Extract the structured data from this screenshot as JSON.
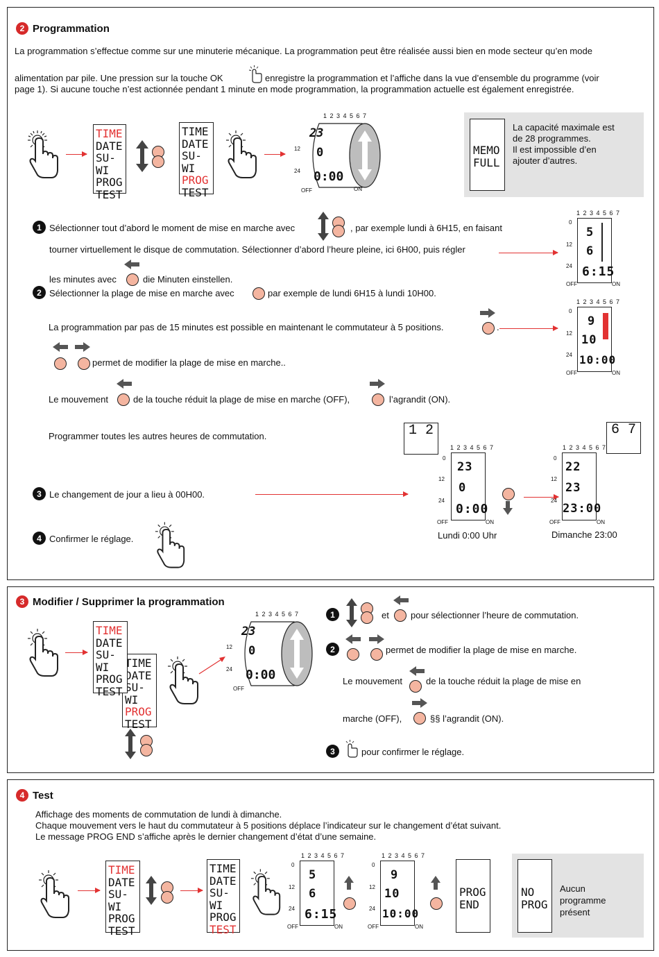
{
  "sections": {
    "s2": {
      "num": "2",
      "title": "Programmation"
    },
    "s3": {
      "num": "3",
      "title": "Modifier / Supprimer la programmation"
    },
    "s4": {
      "num": "4",
      "title": "Test"
    }
  },
  "intro": {
    "line1": "La programmation s’effectue comme sur une minuterie mécanique. La programmation peut être réalisée aussi bien en mode secteur qu’en mode",
    "line2a": "alimentation par pile. Une pression sur la touche OK",
    "line2b": "enregistre la programmation et l’affiche dans la vue d’ensemble du programme (voir",
    "line3": "page 1). Si aucune touche n’est actionnée pendant 1 minute en mode programmation, la programmation actuelle est également enregistrée."
  },
  "menu": {
    "time": "TIME",
    "date": "DATE",
    "suwi": "SU-WI",
    "prog": "PROG",
    "test": "TEST"
  },
  "memo": {
    "l1": "MEMO",
    "l2": "FULL",
    "text1": "La capacité maximale est",
    "text2": "de 28 programmes.",
    "text3": "Il est impossible d’en",
    "text4": "ajouter d’autres."
  },
  "drum": {
    "days": "1 2 3 4 5 6 7",
    "a12": "12",
    "a24": "24",
    "off": "OFF",
    "on": "ON",
    "h23": "23",
    "h0": "0",
    "time": "0:00"
  },
  "steps": {
    "s1": {
      "num": "1",
      "a": "Sélectionner tout d’abord le moment de mise en marche avec",
      "b": ", par exemple lundi à 6H15, en faisant",
      "c": "tourner virtuellement le disque de commutation. Sélectionner d’abord l’heure pleine, ici 6H00, puis régler",
      "d1": "les minutes avec",
      "d2": "die Minuten einstellen."
    },
    "s2": {
      "num": "2",
      "a": "Sélectionner la plage de mise en marche avec",
      "b": "par exemple de lundi 6H15 à lundi 10H00.",
      "c": "La programmation par pas de 15 minutes est possible en maintenant le commutateur à 5 positions.",
      "c2": ".",
      "d": "permet de modifier la plage de mise en marche..",
      "e1": "Le mouvement",
      "e2": "de la touche réduit la plage de mise en marche (OFF),",
      "e3": "l’agrandit (ON).",
      "f": "Programmer toutes les autres heures de commutation."
    },
    "s3": {
      "num": "3",
      "a": "Le changement de jour a lieu à 00H00."
    },
    "s4": {
      "num": "4",
      "a": "Confirmer le réglage."
    }
  },
  "lcd1": {
    "days": "1 2 3 4 5 6 7",
    "a0": "0",
    "a12": "12",
    "a24": "24",
    "off": "OFF",
    "on": "ON",
    "h1": "5",
    "h2": "6",
    "time": "6:15"
  },
  "lcd2": {
    "days": "1 2 3 4 5 6 7",
    "a0": "0",
    "a12": "12",
    "a24": "24",
    "off": "OFF",
    "on": "ON",
    "h1": "9",
    "h2": "10",
    "time": "10:00"
  },
  "lcd3": {
    "days": "1 2 3 4 5 6 7",
    "a0": "0",
    "a12": "12",
    "a24": "24",
    "off": "OFF",
    "on": "ON",
    "h1": "23",
    "h2": "0",
    "time": "0:00",
    "zoom": "1 2",
    "caption": "Lundi 0:00 Uhr"
  },
  "lcd4": {
    "days": "1 2 3 4 5 6 7",
    "a0": "0",
    "a12": "12",
    "a24": "24",
    "off": "OFF",
    "on": "ON",
    "h1": "22",
    "h2": "23",
    "time": "23:00",
    "zoom": "6 7",
    "caption": "Dimanche 23:00"
  },
  "modify": {
    "n1": "1",
    "t1a": "et",
    "t1b": "pour sélectionner l’heure de commutation.",
    "n2": "2",
    "t2": "permet de modifier la plage de mise en marche.",
    "t3a": "Le mouvement",
    "t3b": "de la touche réduit la plage de mise en",
    "t4a": "marche (OFF),",
    "t4b": "§§ l’agrandit (ON).",
    "n3": "3",
    "t5": "pour confirmer le réglage."
  },
  "test": {
    "l1": "Affichage des moments de commutation de lundi à dimanche.",
    "l2": "Chaque mouvement vers le haut du commutateur à 5 positions déplace l’indicateur sur le changement d’état suivant.",
    "l3": "Le message PROG END s’affiche après le dernier changement d’état d’une semaine.",
    "prog_end_1": "PROG",
    "prog_end_2": "END",
    "no_prog_1": "NO",
    "no_prog_2": "PROG",
    "none_1": "Aucun",
    "none_2": "programme",
    "none_3": "présent"
  },
  "colors": {
    "accent": "#e23232",
    "knob": "#f4b5a0",
    "gray": "#e3e3e3"
  }
}
